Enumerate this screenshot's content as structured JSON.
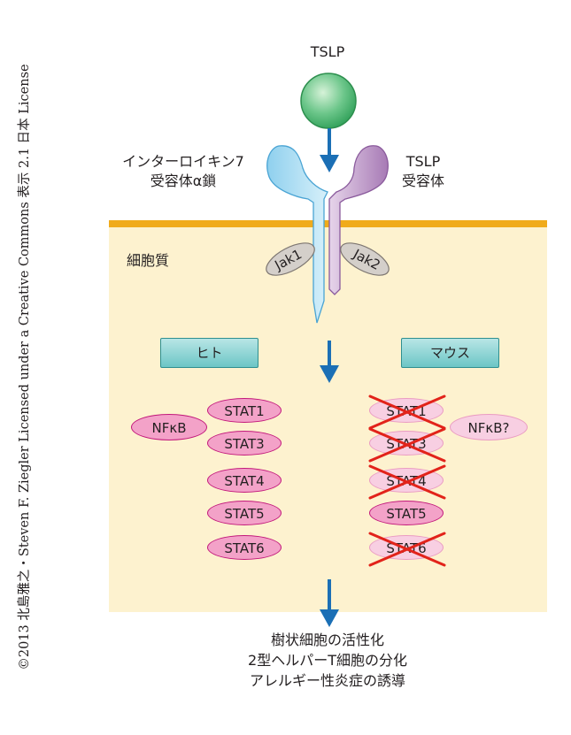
{
  "credit": "©2013 北島雅之・Steven F. Ziegler Licensed under a Creative Commons 表示 2.1 日本 License",
  "ligand": "TSLP",
  "receptor_left": [
    "インターロイキン7",
    "受容体α鎖"
  ],
  "receptor_right": [
    "TSLP",
    "受容体"
  ],
  "compartment": "細胞質",
  "jak_left": "Jak1",
  "jak_right": "Jak2",
  "species": {
    "human": "ヒト",
    "mouse": "マウス"
  },
  "human": {
    "nfkb": "NFκB",
    "stats": [
      "STAT1",
      "STAT3",
      "STAT4",
      "STAT5",
      "STAT6"
    ]
  },
  "mouse": {
    "nfkb": "NFκB?",
    "stats": [
      "STAT1",
      "STAT3",
      "STAT4",
      "STAT5",
      "STAT6"
    ],
    "crossed": [
      true,
      true,
      true,
      false,
      true
    ]
  },
  "outcomes": [
    "樹状細胞の活性化",
    "2型ヘルパーT細胞の分化",
    "アレルギー性炎症の誘導"
  ],
  "colors": {
    "cytoplasm": "#fdf2cf",
    "membrane": "#f0ab1b",
    "arrow": "#1b6fb5",
    "stat_fill": "#f3a2c8",
    "stat_border": "#c2187b",
    "cross": "#e2231a",
    "il7r": "#a9d9f0",
    "tslpr": "#c5a2cf",
    "jak": "#cfc9c4",
    "tslp_ball": "#45b36b"
  }
}
